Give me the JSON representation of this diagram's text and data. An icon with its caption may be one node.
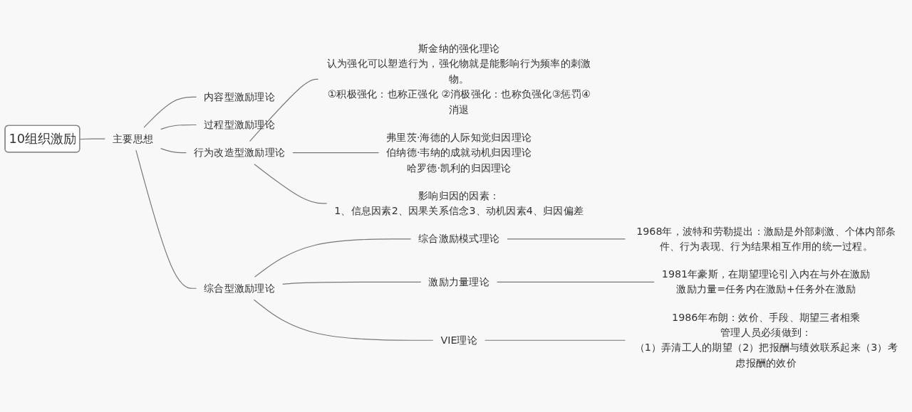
{
  "diagram": {
    "nodes": [
      {
        "text": [
          "10组织激励"
        ]
      },
      {
        "text": [
          "主要思想"
        ]
      },
      {
        "text": [
          "内容型激励理论"
        ]
      },
      {
        "text": [
          "过程型激励理论"
        ]
      },
      {
        "text": [
          "行为改造型激励理论"
        ]
      },
      {
        "text": [
          "斯金纳的强化理论",
          "认为强化可以塑造行为，强化物就是能影响行为频率的刺激物。",
          "①积极强化：也称正强化 ②消极强化：也称负强化③惩罚④消退"
        ]
      },
      {
        "text": [
          "弗里茨·海德的人际知觉归因理论",
          "伯纳德·韦纳的成就动机归因理论",
          "哈罗德·凯利的归因理论"
        ]
      },
      {
        "text": [
          "影响归因的因素：",
          "1、信息因素2、因果关系信念3、动机因素4、归因偏差"
        ]
      },
      {
        "text": [
          "综合型激励理论"
        ]
      },
      {
        "text": [
          "综合激励模式理论"
        ]
      },
      {
        "text": [
          "1968年，波特和劳勒提出：激励是外部刺激、个体内部条件、行为表现、行为结果相互作用的统一过程。"
        ]
      },
      {
        "text": [
          "激励力量理论"
        ]
      },
      {
        "text": [
          "1981年豪斯，在期望理论引入内在与外在激励",
          "激励力量=任务内在激励+任务外在激励"
        ]
      },
      {
        "text": [
          "VIE理论"
        ]
      },
      {
        "text": [
          "1986年布朗：效价、手段、期望三者相乘",
          "管理人员必须做到：",
          "（1）弄清工人的期望（2）把报酬与绩效联系起来（3）考虑报酬的效价"
        ]
      }
    ],
    "edges": [
      {
        "from": 0,
        "to": 1,
        "arrow": "none"
      },
      {
        "from": 1,
        "to": 2,
        "arrow": "none"
      },
      {
        "from": 1,
        "to": 3,
        "arrow": "none"
      },
      {
        "from": 1,
        "to": 4,
        "arrow": "none"
      },
      {
        "from": 1,
        "to": 8,
        "arrow": "none"
      },
      {
        "from": 4,
        "to": 5,
        "arrow": "none"
      },
      {
        "from": 4,
        "to": 6,
        "arrow": "none"
      },
      {
        "from": 4,
        "to": 7,
        "arrow": "none"
      },
      {
        "from": 8,
        "to": 9,
        "arrow": "none"
      },
      {
        "from": 9,
        "to": 10,
        "arrow": "none"
      },
      {
        "from": 8,
        "to": 11,
        "arrow": "none"
      },
      {
        "from": 11,
        "to": 12,
        "arrow": "none"
      },
      {
        "from": 8,
        "to": 13,
        "arrow": "none"
      },
      {
        "from": 13,
        "to": 14,
        "arrow": "none"
      }
    ]
  }
}
